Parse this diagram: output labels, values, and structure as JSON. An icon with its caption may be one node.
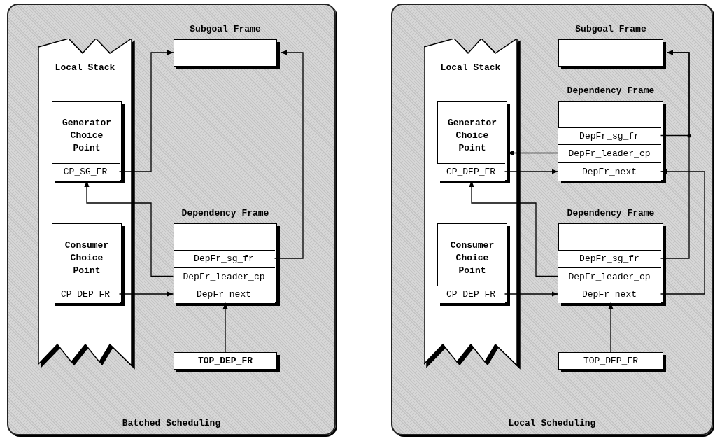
{
  "diagram": {
    "nodes": [
      {
        "text": [
          "Batched Scheduling"
        ]
      },
      {
        "text": [
          "Local Stack"
        ],
        "in": 0
      },
      {
        "text": [
          "Generator Choice Point"
        ],
        "in": 1
      },
      {
        "text": [
          "CP_SG_FR"
        ],
        "in": 2
      },
      {
        "text": [
          "Consumer Choice Point"
        ],
        "in": 1
      },
      {
        "text": [
          "CP_DEP_FR"
        ],
        "in": 4
      },
      {
        "text": [
          "Subgoal Frame"
        ],
        "in": 0
      },
      {
        "text": [
          "Dependency Frame"
        ],
        "in": 0
      },
      {
        "text": [
          "DepFr_sg_fr"
        ],
        "in": 7
      },
      {
        "text": [
          "DepFr_leader_cp"
        ],
        "in": 7
      },
      {
        "text": [
          "DepFr_next"
        ],
        "in": 7
      },
      {
        "text": [
          "TOP_DEP_FR"
        ],
        "in": 0
      },
      {
        "text": [
          "Local Scheduling"
        ]
      },
      {
        "text": [
          "Local Stack"
        ],
        "in": 12
      },
      {
        "text": [
          "Generator Choice Point"
        ],
        "in": 13
      },
      {
        "text": [
          "CP_DEP_FR"
        ],
        "in": 14
      },
      {
        "text": [
          "Consumer Choice Point"
        ],
        "in": 13
      },
      {
        "text": [
          "CP_DEP_FR"
        ],
        "in": 16
      },
      {
        "text": [
          "Subgoal Frame"
        ],
        "in": 12
      },
      {
        "text": [
          "Dependency Frame"
        ],
        "in": 12
      },
      {
        "text": [
          "DepFr_sg_fr"
        ],
        "in": 19
      },
      {
        "text": [
          "DepFr_leader_cp"
        ],
        "in": 19
      },
      {
        "text": [
          "DepFr_next"
        ],
        "in": 19
      },
      {
        "text": [
          "Dependency Frame"
        ],
        "in": 12
      },
      {
        "text": [
          "DepFr_sg_fr"
        ],
        "in": 23
      },
      {
        "text": [
          "DepFr_leader_cp"
        ],
        "in": 23
      },
      {
        "text": [
          "DepFr_next"
        ],
        "in": 23
      },
      {
        "text": [
          "TOP_DEP_FR"
        ],
        "in": 12
      }
    ],
    "edges": [
      {
        "from": 3,
        "to": 6,
        "arrow": "to"
      },
      {
        "from": 8,
        "to": 6,
        "arrow": "to"
      },
      {
        "from": 9,
        "to": 2,
        "arrow": "to"
      },
      {
        "from": 5,
        "to": 10,
        "arrow": "to"
      },
      {
        "from": 11,
        "to": 10,
        "arrow": "to"
      },
      {
        "from": 20,
        "to": 18,
        "arrow": "to"
      },
      {
        "from": 24,
        "to": 18,
        "arrow": "to"
      },
      {
        "from": 21,
        "to": 14,
        "arrow": "to"
      },
      {
        "from": 15,
        "to": 22,
        "arrow": "to"
      },
      {
        "from": 25,
        "to": 14,
        "arrow": "to"
      },
      {
        "from": 17,
        "to": 26,
        "arrow": "to"
      },
      {
        "from": 26,
        "to": 22,
        "arrow": "to"
      },
      {
        "from": 27,
        "to": 26,
        "arrow": "to"
      }
    ]
  }
}
